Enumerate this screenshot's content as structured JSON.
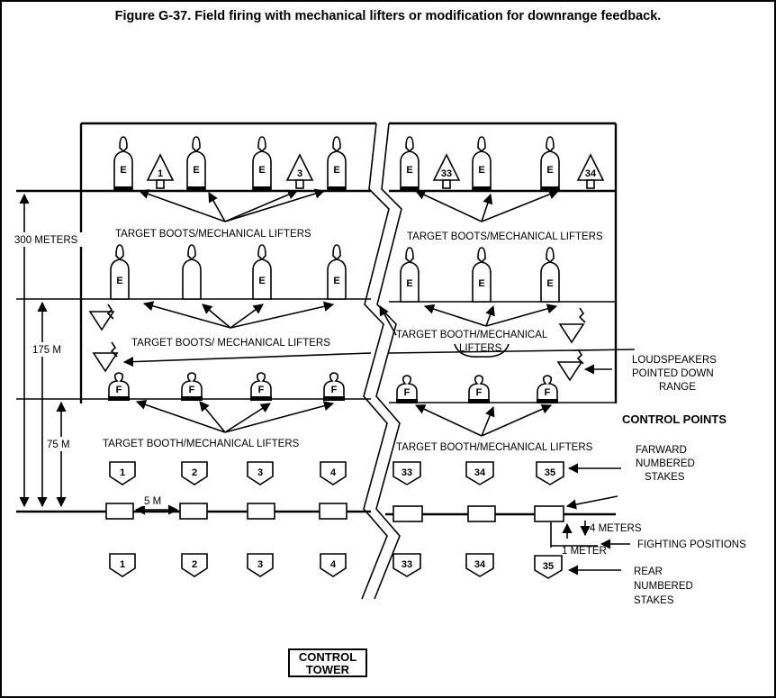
{
  "figure_title": "Figure G-37. Field firing with mechanical lifters or modification for downrange feedback.",
  "distances": {
    "d300": "300 METERS",
    "d175": "175 M",
    "d75": "75 M",
    "d5": "5 M"
  },
  "labels": {
    "row1_left": "TARGET BOOTS/MECHANICAL LIFTERS",
    "row1_right": "TARGET BOOTS/MECHANICAL LIFTERS",
    "row2_left": "TARGET BOOTS/ MECHANICAL LIFTERS",
    "row2_right_line1": "TARGET BOOTH/MECHANICAL",
    "row2_right_line2": "LIFTERS",
    "row3_left": "TARGET BOOTH/MECHANICAL LIFTERS",
    "row3_right": "TARGET BOOTH/MECHANICAL LIFTERS"
  },
  "side_labels": {
    "loudspeakers": [
      "LOUDSPEAKERS",
      "POINTED DOWN",
      "RANGE"
    ],
    "control_points": "CONTROL POINTS",
    "forward_stakes": [
      "FARWARD",
      "NUMBERED",
      "STAKES"
    ],
    "meters_4": "4  METERS",
    "meter_1": "1 METER",
    "fighting_positions": "FIGHTING POSITIONS",
    "rear_stakes": [
      "REAR",
      "NUMBERED",
      "STAKES"
    ]
  },
  "control_tower": [
    "CONTROL",
    "TOWER"
  ],
  "targets": {
    "row1_letter": "E",
    "row1_triangles": [
      "1",
      "3",
      "33",
      "34"
    ],
    "row2_letter": "E",
    "row3_letter": "F"
  },
  "stakes": {
    "forward": [
      "1",
      "2",
      "3",
      "4",
      "33",
      "34",
      "35"
    ],
    "rear": [
      "1",
      "2",
      "3",
      "4",
      "33",
      "34",
      "35"
    ]
  }
}
